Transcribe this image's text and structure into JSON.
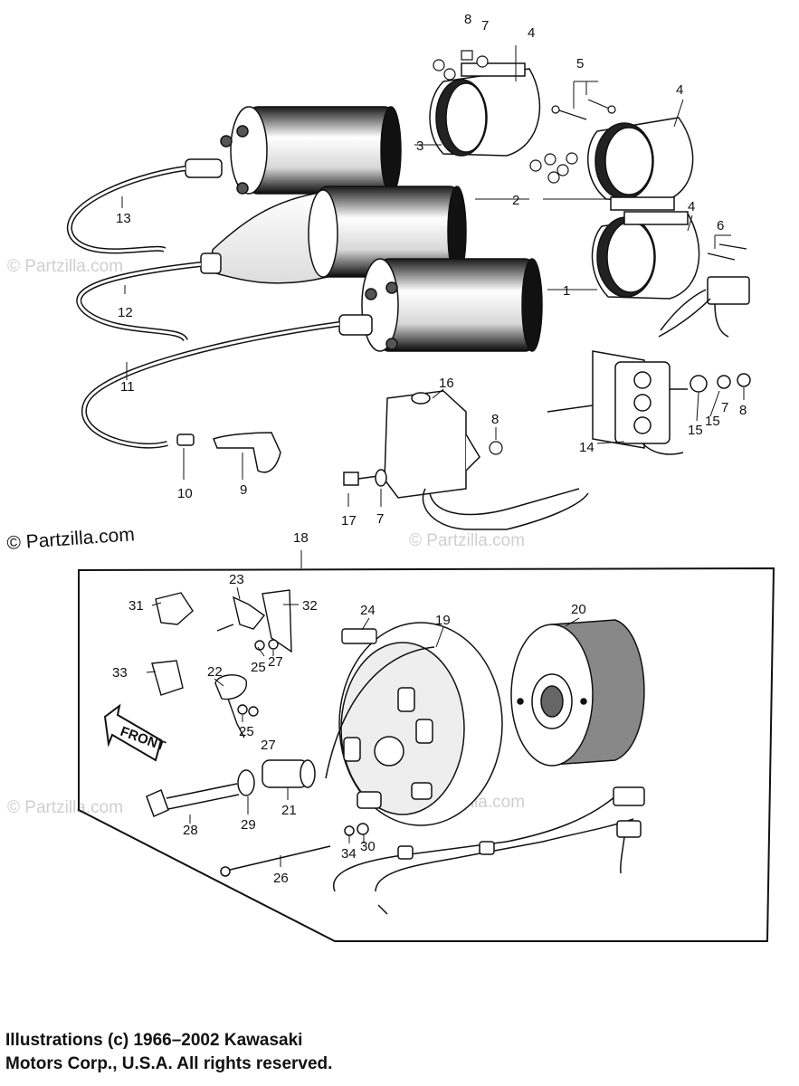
{
  "watermarks": {
    "main": "© Partzilla.com",
    "faint": "© Partzilla.com"
  },
  "callouts": {
    "c1": "1",
    "c2": "2",
    "c3": "3",
    "c4a": "4",
    "c4b": "4",
    "c4c": "4",
    "c5": "5",
    "c6": "6",
    "c7a": "7",
    "c7b": "7",
    "c7c": "7",
    "c8a": "8",
    "c8b": "8",
    "c8c": "8",
    "c9": "9",
    "c10": "10",
    "c11": "11",
    "c12": "12",
    "c13": "13",
    "c14": "14",
    "c15a": "15",
    "c15b": "15",
    "c16": "16",
    "c17": "17",
    "c18": "18",
    "c19": "19",
    "c20": "20",
    "c21": "21",
    "c22": "22",
    "c23": "23",
    "c24": "24",
    "c25a": "25",
    "c25b": "25",
    "c26": "26",
    "c27a": "27",
    "c27b": "27",
    "c28": "28",
    "c29": "29",
    "c30": "30",
    "c31": "31",
    "c32": "32",
    "c33": "33",
    "c34": "34"
  },
  "front_arrow_label": "FRONT",
  "copyright": {
    "line1": "Illustrations (c) 1966–2002 Kawasaki",
    "line2": "Motors Corp., U.S.A.  All rights reserved."
  }
}
